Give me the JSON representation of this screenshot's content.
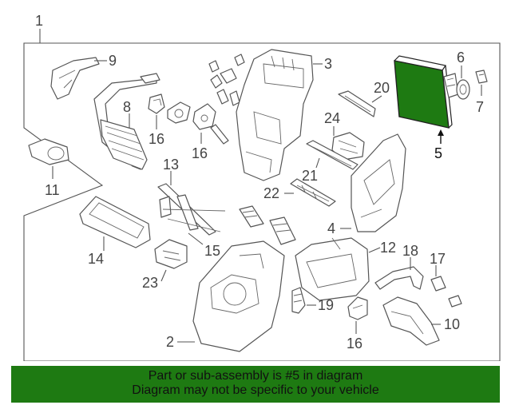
{
  "colors": {
    "highlight_part": "#1e7a12",
    "banner_background": "#1e7a12",
    "line": "#555555",
    "label": "#444444"
  },
  "callouts": {
    "c1": "1",
    "c2": "2",
    "c3": "3",
    "c4": "4",
    "c5": "5",
    "c6": "6",
    "c7": "7",
    "c8": "8",
    "c9": "9",
    "c10": "10",
    "c11": "11",
    "c12": "12",
    "c13": "13",
    "c14": "14",
    "c15": "15",
    "c16a": "16",
    "c16b": "16",
    "c16c": "16",
    "c17": "17",
    "c18": "18",
    "c19": "19",
    "c20": "20",
    "c21": "21",
    "c22": "22",
    "c23": "23",
    "c24": "24"
  },
  "banner": {
    "line1": "Part or sub-assembly is #5 in diagram",
    "line2": "Diagram may not be specific to your vehicle"
  }
}
